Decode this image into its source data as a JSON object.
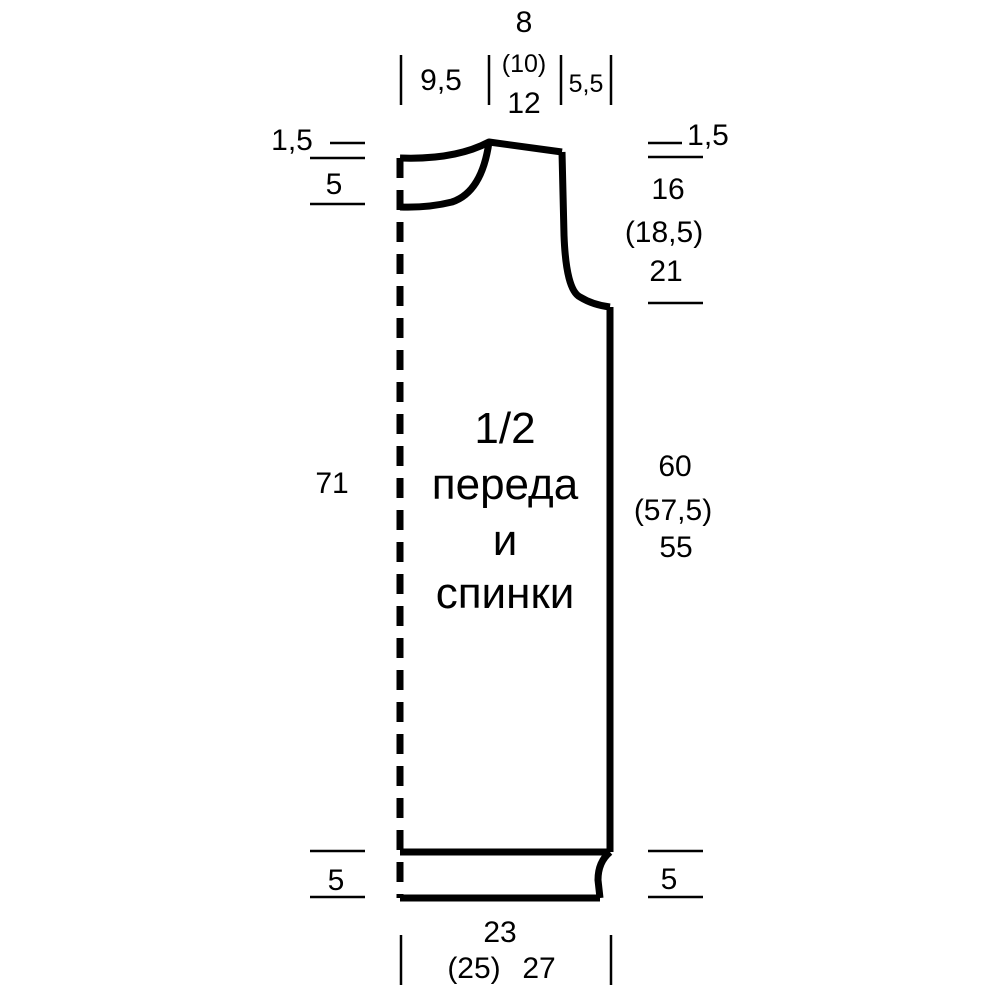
{
  "diagram": {
    "stroke_color": "#000000",
    "background": "#ffffff",
    "piece_label": {
      "line1": "1/2",
      "line2": "переда",
      "line3": "и",
      "line4": "спинки"
    },
    "top": {
      "neck_width": "9,5",
      "shoulder_top": "8",
      "shoulder_mid": "(10)",
      "shoulder_bottom": "12",
      "side_width": "5,5"
    },
    "left": {
      "shoulder_slope": "1,5",
      "neck_depth": "5",
      "total_length": "71",
      "hem_height": "5"
    },
    "right": {
      "shoulder_slope": "1,5",
      "armhole_1": "16",
      "armhole_2": "(18,5)",
      "armhole_3": "21",
      "side_1": "60",
      "side_2": "(57,5)",
      "side_3": "55",
      "hem_height": "5"
    },
    "bottom": {
      "width_1": "23",
      "width_2": "(25)",
      "width_3": "27"
    }
  }
}
